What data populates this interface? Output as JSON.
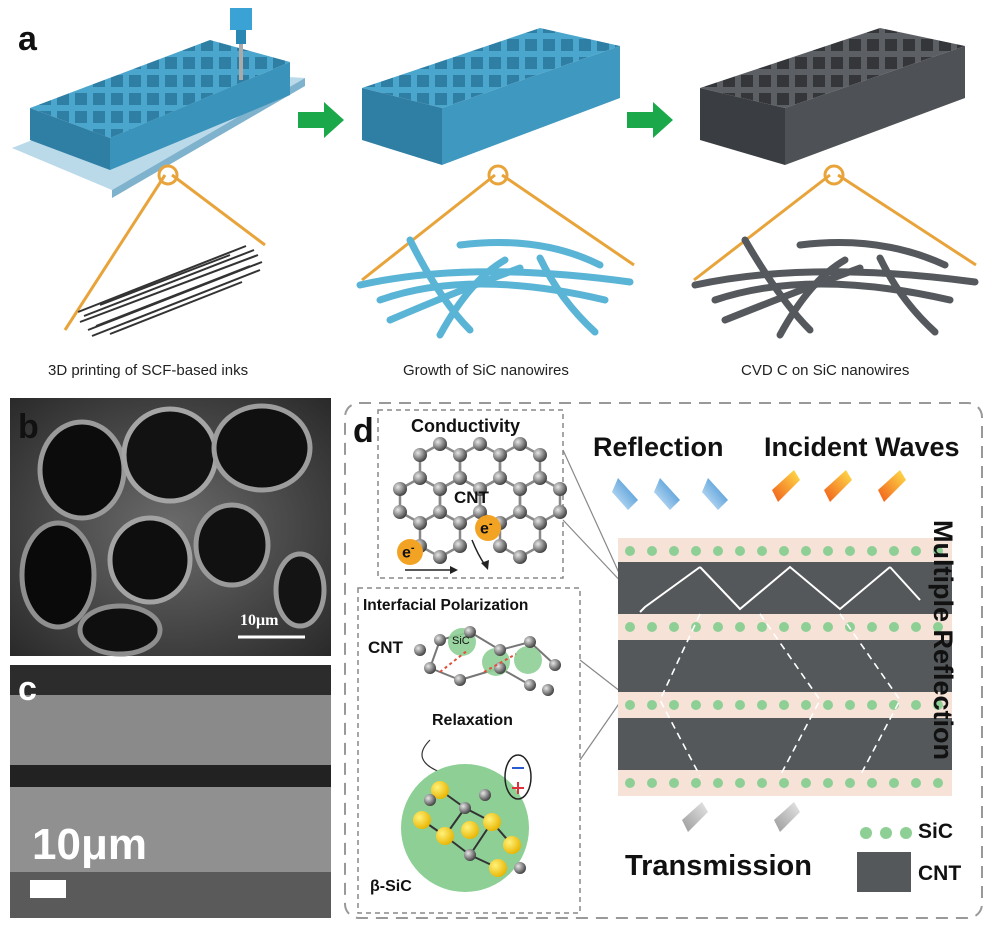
{
  "panels": {
    "a": "a",
    "b": "b",
    "c": "c",
    "d": "d"
  },
  "captions": {
    "step1": "3D printing of SCF-based inks",
    "step2": "Growth of SiC nanowires",
    "step3": "CVD C on SiC nanowires"
  },
  "scale_bars": {
    "b": "10μm",
    "c": "10μm"
  },
  "mechanism": {
    "conductivity": "Conductivity",
    "cnt_label": "CNT",
    "electron": "e",
    "electron_sup": "-",
    "interfacial_polarization": "Interfacial Polarization",
    "cnt_label2": "CNT",
    "sic_label": "SiC",
    "relaxation": "Relaxation",
    "beta_sic": "β-SiC",
    "reflection": "Reflection",
    "incident_waves": "Incident Waves",
    "multiple_reflection": "Multiple Reflection",
    "transmission": "Transmission",
    "legend_sic": "SiC",
    "legend_cnt": "CNT"
  },
  "colors": {
    "cyan_lattice": "#5ab4d6",
    "gray_lattice": "#55585c",
    "green_arrow": "#1aa84a",
    "orange_lens": "#e8a43a",
    "sic_dot": "#8ecf96",
    "cnt_layer": "#55585a",
    "interlayer": "#f6e2d6",
    "reflection_arrow": "#4a9bd6",
    "incident_arrow": "#f3a21a"
  }
}
